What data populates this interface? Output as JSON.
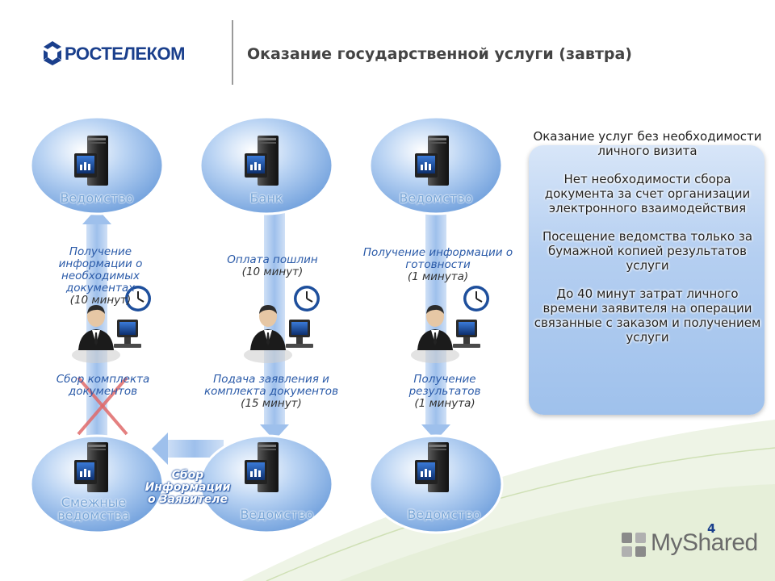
{
  "header": {
    "logo_text": "РОСТЕЛЕКОМ",
    "title": "Оказание государственной услуги (завтра)"
  },
  "nodes": {
    "top": [
      {
        "label": "Ведомство"
      },
      {
        "label": "Банк"
      },
      {
        "label": "Ведомство"
      }
    ],
    "bottom": [
      {
        "label": "Смежные ведомства"
      },
      {
        "label": "Ведомство"
      },
      {
        "label": "Ведомство"
      }
    ]
  },
  "processes": {
    "upper": [
      {
        "title": "Получение информации о необходимых документах",
        "duration": "(10 минут)"
      },
      {
        "title": "Оплата пошлин",
        "duration": "(10 минут)"
      },
      {
        "title": "Получение информации о готовности",
        "duration": "(1 минута)"
      }
    ],
    "lower": [
      {
        "title": "Сбор комплекта документов",
        "duration": ""
      },
      {
        "title": "Подача заявления и комплекта документов",
        "duration": "(15 минут)"
      },
      {
        "title": "Получение результатов",
        "duration": "(1 минута)"
      }
    ]
  },
  "collect_label": "Сбор Информации о Заявителе",
  "summary": [
    "Оказание услуг без необходимости личного визита",
    "Нет необходимости сбора документа за счет организации электронного взаимодействия",
    "Посещение ведомства только за бумажной копией результатов услуги",
    "До 40 минут затрат личного времени заявителя на операции связанные с заказом и получением услуги"
  ],
  "page_number": "4",
  "watermark": "MyShared",
  "colors": {
    "brand": "#1a3f8c",
    "accent": "#2a5aa8",
    "node": "#9fc1ec",
    "cross": "#e06a6a"
  },
  "icons": [
    "logo-icon",
    "server-icon",
    "user-at-computer-icon",
    "clock-icon",
    "cross-mark-icon",
    "arrow-icon"
  ]
}
